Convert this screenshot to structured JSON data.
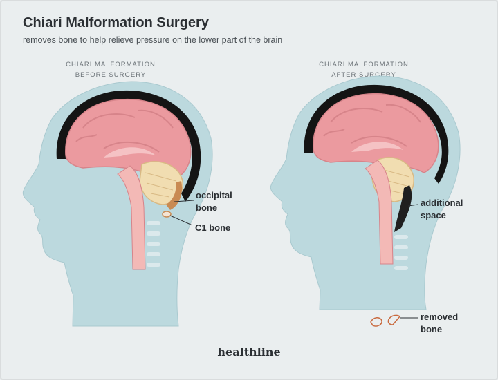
{
  "title": "Chiari Malformation Surgery",
  "subtitle": "removes bone to help relieve pressure on the lower part of the brain",
  "panels": [
    {
      "caption": "CHIARI MALFORMATION\nBEFORE SURGERY"
    },
    {
      "caption": "CHIARI MALFORMATION\nAFTER SURGERY"
    }
  ],
  "labels": {
    "occipital_bone": "occipital\nbone",
    "c1_bone": "C1 bone",
    "additional_space": "additional\nspace",
    "removed_bone": "removed\nbone"
  },
  "brand": "healthline",
  "colors": {
    "background": "#eaeeef",
    "skin": "#bcd9de",
    "brain": "#eb9a9f",
    "cerebellum": "#f1ddb1",
    "bone": "#c98a52",
    "csf": "#1f1f1f"
  }
}
